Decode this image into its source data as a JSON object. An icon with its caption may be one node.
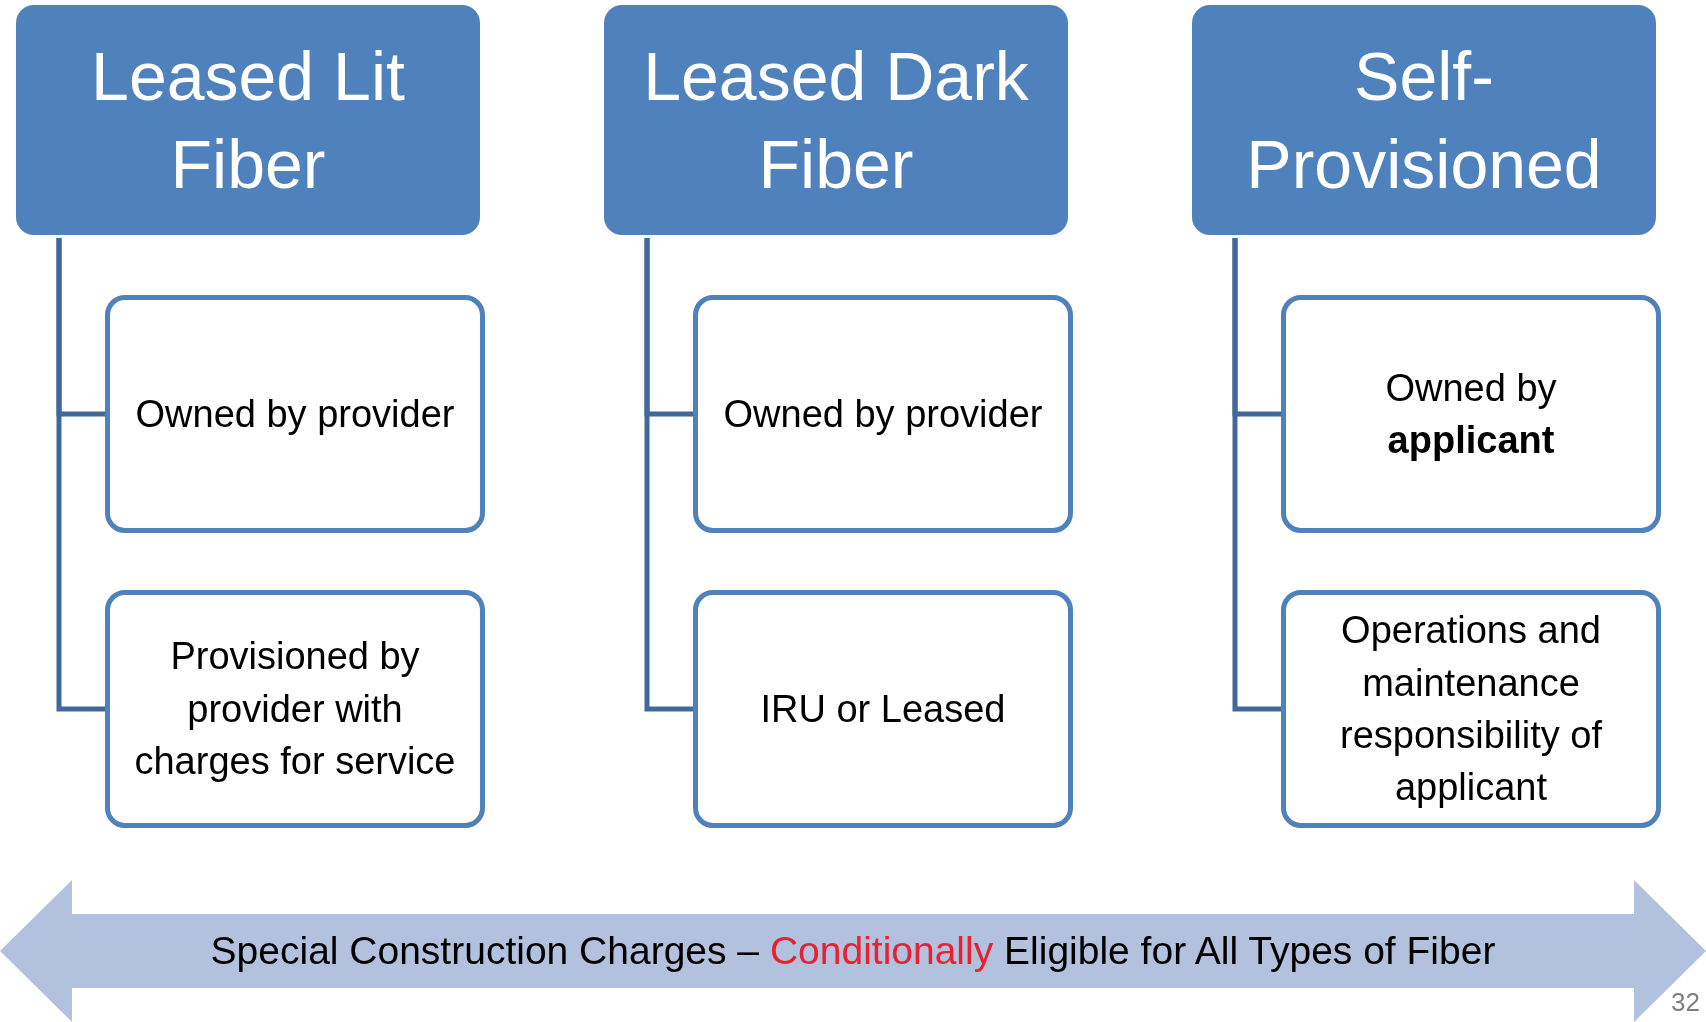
{
  "diagram": {
    "nodes": [
      {
        "text": [
          "Leased Lit Fiber"
        ]
      },
      {
        "text": [
          "Owned by provider"
        ]
      },
      {
        "text": [
          "Provisioned by provider with charges for service"
        ]
      },
      {
        "text": [
          "Leased Dark Fiber"
        ]
      },
      {
        "text": [
          "Owned by provider"
        ]
      },
      {
        "text": [
          "IRU or Leased"
        ]
      },
      {
        "text": [
          "Self-Provisioned"
        ]
      },
      {
        "text": [
          "Owned by **applicant**"
        ]
      },
      {
        "text": [
          "Operations and maintenance responsibility of applicant"
        ]
      },
      {
        "text": [
          "Special Construction Charges –",
          "Conditionally",
          "Eligible for All Types of Fiber"
        ]
      }
    ],
    "edges": [
      {
        "from": 0,
        "to": 1,
        "arrow": "none"
      },
      {
        "from": 0,
        "to": 2,
        "arrow": "none"
      },
      {
        "from": 3,
        "to": 4,
        "arrow": "none"
      },
      {
        "from": 3,
        "to": 5,
        "arrow": "none"
      },
      {
        "from": 6,
        "to": 7,
        "arrow": "none"
      },
      {
        "from": 6,
        "to": 8,
        "arrow": "none"
      }
    ],
    "labels": [
      "32"
    ]
  }
}
